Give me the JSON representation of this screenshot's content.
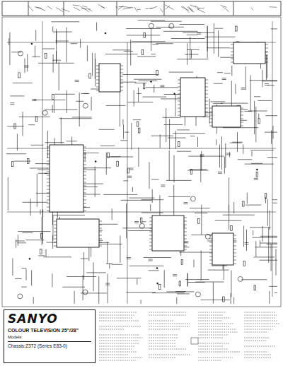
{
  "diagram": {
    "nodes": [
      {
        "text": [
          "SANYO",
          "COLOUR TELEVISION 25\"/28\"",
          "Models:",
          "Chassis:Z3T2 (Series E83-0)"
        ]
      }
    ]
  }
}
